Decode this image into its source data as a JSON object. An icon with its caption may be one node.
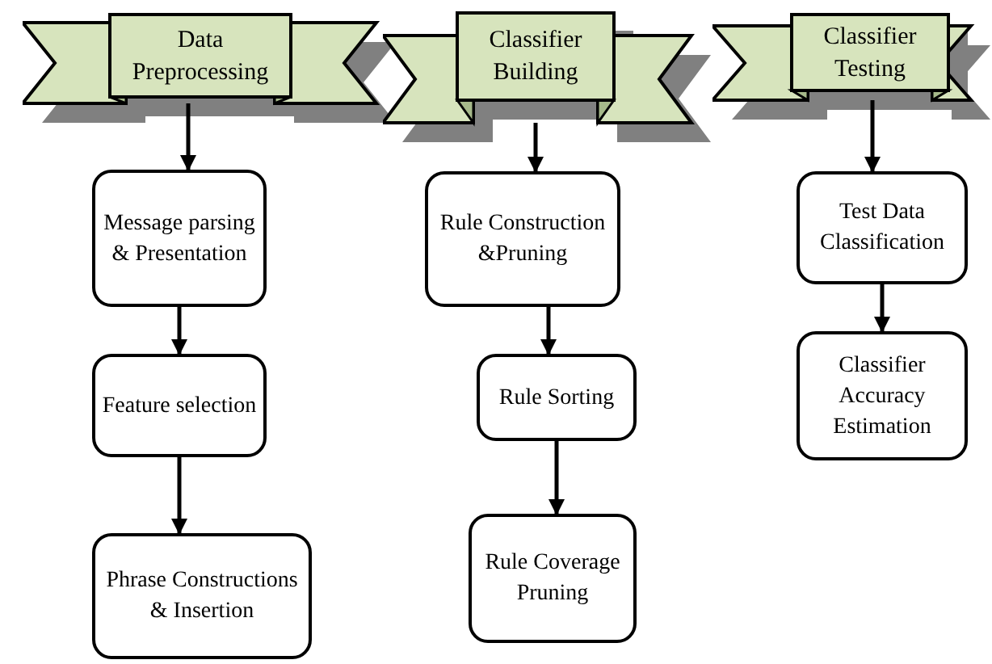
{
  "diagram": {
    "nodes": [
      {
        "text": [
          "Data Preprocessing"
        ]
      },
      {
        "text": [
          "Classifier Building"
        ]
      },
      {
        "text": [
          "Classifier Testing"
        ]
      },
      {
        "text": [
          "Message parsing & Presentation"
        ]
      },
      {
        "text": [
          "Feature selection"
        ]
      },
      {
        "text": [
          "Phrase Constructions & Insertion"
        ]
      },
      {
        "text": [
          "Rule Construction &Pruning"
        ]
      },
      {
        "text": [
          "Rule Sorting"
        ]
      },
      {
        "text": [
          "Rule Coverage Pruning"
        ]
      },
      {
        "text": [
          "Test Data Classification"
        ]
      },
      {
        "text": [
          "Classifier Accuracy Estimation"
        ]
      }
    ],
    "edges": [
      {
        "from": 0,
        "to": 3,
        "arrow": "to"
      },
      {
        "from": 3,
        "to": 4,
        "arrow": "to"
      },
      {
        "from": 4,
        "to": 5,
        "arrow": "to"
      },
      {
        "from": 1,
        "to": 6,
        "arrow": "to"
      },
      {
        "from": 6,
        "to": 7,
        "arrow": "to"
      },
      {
        "from": 7,
        "to": 8,
        "arrow": "to"
      },
      {
        "from": 2,
        "to": 9,
        "arrow": "to"
      },
      {
        "from": 9,
        "to": 10,
        "arrow": "to"
      }
    ]
  }
}
